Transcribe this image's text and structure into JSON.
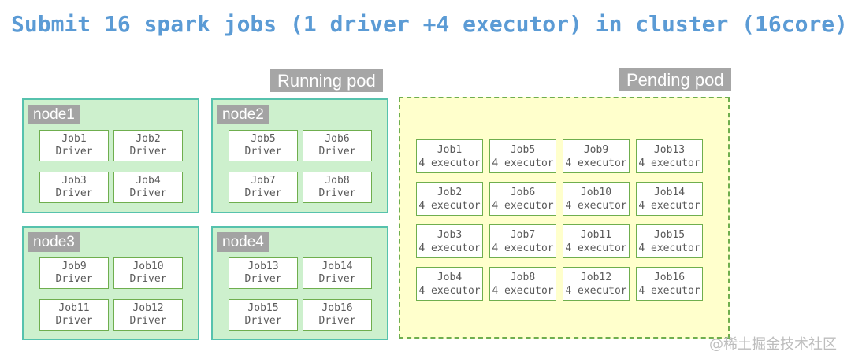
{
  "title": "Submit 16 spark jobs (1 driver +4 executor) in cluster (16core)",
  "running_pod_label": "Running pod",
  "pending_pod_label": "Pending pod",
  "nodes": [
    {
      "name": "node1",
      "jobs": [
        {
          "name": "Job1",
          "role": "Driver"
        },
        {
          "name": "Job2",
          "role": "Driver"
        },
        {
          "name": "Job3",
          "role": "Driver"
        },
        {
          "name": "Job4",
          "role": "Driver"
        }
      ]
    },
    {
      "name": "node2",
      "jobs": [
        {
          "name": "Job5",
          "role": "Driver"
        },
        {
          "name": "Job6",
          "role": "Driver"
        },
        {
          "name": "Job7",
          "role": "Driver"
        },
        {
          "name": "Job8",
          "role": "Driver"
        }
      ]
    },
    {
      "name": "node3",
      "jobs": [
        {
          "name": "Job9",
          "role": "Driver"
        },
        {
          "name": "Job10",
          "role": "Driver"
        },
        {
          "name": "Job11",
          "role": "Driver"
        },
        {
          "name": "Job12",
          "role": "Driver"
        }
      ]
    },
    {
      "name": "node4",
      "jobs": [
        {
          "name": "Job13",
          "role": "Driver"
        },
        {
          "name": "Job14",
          "role": "Driver"
        },
        {
          "name": "Job15",
          "role": "Driver"
        },
        {
          "name": "Job16",
          "role": "Driver"
        }
      ]
    }
  ],
  "pending": {
    "jobs": [
      {
        "name": "Job1",
        "role": "4 executor"
      },
      {
        "name": "Job5",
        "role": "4 executor"
      },
      {
        "name": "Job9",
        "role": "4 executor"
      },
      {
        "name": "Job13",
        "role": "4 executor"
      },
      {
        "name": "Job2",
        "role": "4 executor"
      },
      {
        "name": "Job6",
        "role": "4 executor"
      },
      {
        "name": "Job10",
        "role": "4 executor"
      },
      {
        "name": "Job14",
        "role": "4 executor"
      },
      {
        "name": "Job3",
        "role": "4 executor"
      },
      {
        "name": "Job7",
        "role": "4 executor"
      },
      {
        "name": "Job11",
        "role": "4 executor"
      },
      {
        "name": "Job15",
        "role": "4 executor"
      },
      {
        "name": "Job4",
        "role": "4 executor"
      },
      {
        "name": "Job8",
        "role": "4 executor"
      },
      {
        "name": "Job12",
        "role": "4 executor"
      },
      {
        "name": "Job16",
        "role": "4 executor"
      }
    ]
  },
  "watermark": "@稀土掘金技术社区",
  "colors": {
    "title_blue": "#5b9bd5",
    "badge_gray": "#a6a6a6",
    "node_fill": "#cdf0cd",
    "node_border": "#56c2ad",
    "box_border": "#6fae4e",
    "pending_fill": "#ffffcc",
    "text_gray": "#595959"
  }
}
